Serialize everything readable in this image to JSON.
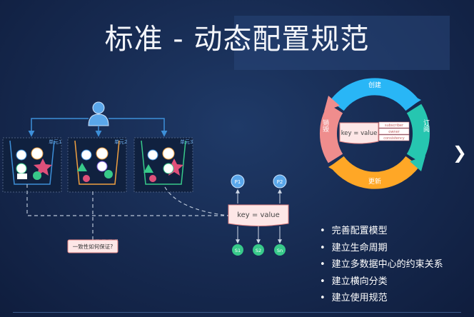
{
  "slide": {
    "title": "标准 - 动态配置规范",
    "nav": {
      "prev": "❮",
      "next": "❯"
    }
  },
  "diagram": {
    "units": [
      "单元1",
      "单元2",
      "单元3"
    ],
    "nodes": {
      "p1": "P1",
      "p2": "P2",
      "s1": "S1",
      "s2": "S2",
      "sn": "Sn"
    },
    "kv_box": "key = value",
    "question_note": "一致性如何保证?"
  },
  "cycle": {
    "stages": {
      "top": "创建",
      "right": "订阅",
      "bottom": "更新",
      "left": "销毁"
    },
    "center_kv": "key = value",
    "tags": [
      "subscriber",
      "owner",
      "consistency"
    ]
  },
  "bullets": [
    "完善配置模型",
    "建立生命周期",
    "建立多数据中心的约束关系",
    "建立横向分类",
    "建立使用规范"
  ],
  "colors": {
    "cycle_top": "#29b6f6",
    "cycle_right": "#26c6b0",
    "cycle_bottom": "#ffa726",
    "cycle_left": "#ef8d8d",
    "unit_blue": "#3d8fd8",
    "unit_orange": "#f0a040",
    "unit_green": "#38c98a"
  }
}
